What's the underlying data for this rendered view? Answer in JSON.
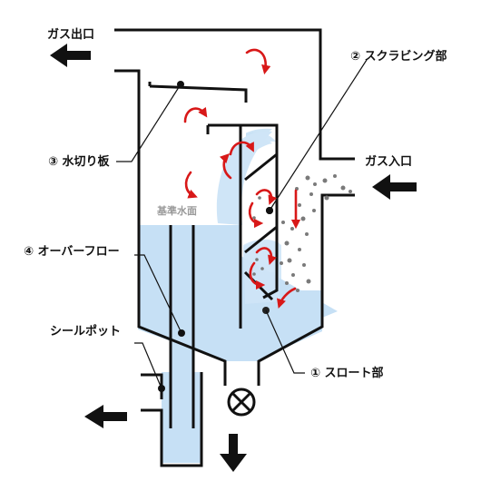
{
  "labels": {
    "gas_outlet": "ガス出口",
    "scrubbing": "② スクラビング部",
    "gas_inlet": "ガス入口",
    "mist_plate": "③ 水切り板",
    "water_level": "基準水面",
    "overflow": "④ オーバーフロー",
    "seal_pot": "シールポット",
    "throat": "① スロート部"
  },
  "colors": {
    "water": "#c6e0f5",
    "flow_arrow": "#d81818",
    "outline": "#111111",
    "particle": "#777777"
  },
  "icons": {
    "drain_valve": "valve-icon",
    "flow_arrows": "arrow-icon"
  }
}
